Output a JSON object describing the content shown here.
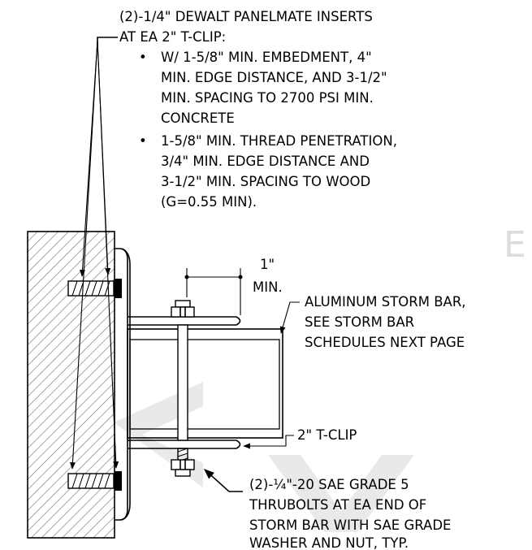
{
  "notes": {
    "heading_line1": "(2)-1/4\" DEWALT PANELMATE INSERTS",
    "heading_line2": "AT EA 2\" T-CLIP:",
    "bullet_symbol": "•",
    "bullet1": [
      "W/ 1-5/8\" MIN. EMBEDMENT, 4\"",
      "MIN. EDGE DISTANCE, AND 3-1/2\"",
      "MIN. SPACING TO 2700 PSI MIN.",
      "CONCRETE"
    ],
    "bullet2": [
      "1-5/8\" MIN. THREAD PENETRATION,",
      "3/4\" MIN. EDGE DISTANCE AND",
      "3-1/2\" MIN. SPACING TO WOOD",
      "(G=0.55 MIN)."
    ]
  },
  "dimension": {
    "value": "1\"",
    "unit": "MIN."
  },
  "callouts": {
    "storm_bar": [
      "ALUMINUM STORM BAR,",
      "SEE STORM BAR",
      "SCHEDULES NEXT PAGE"
    ],
    "t_clip": "2\" T-CLIP",
    "thrubolts": [
      "(2)-¼\"-20 SAE GRADE 5",
      "THRUBOLTS AT EA END OF",
      "STORM BAR WITH SAE GRADE",
      "WASHER AND NUT, TYP."
    ]
  },
  "watermark": {
    "letter": "E"
  }
}
